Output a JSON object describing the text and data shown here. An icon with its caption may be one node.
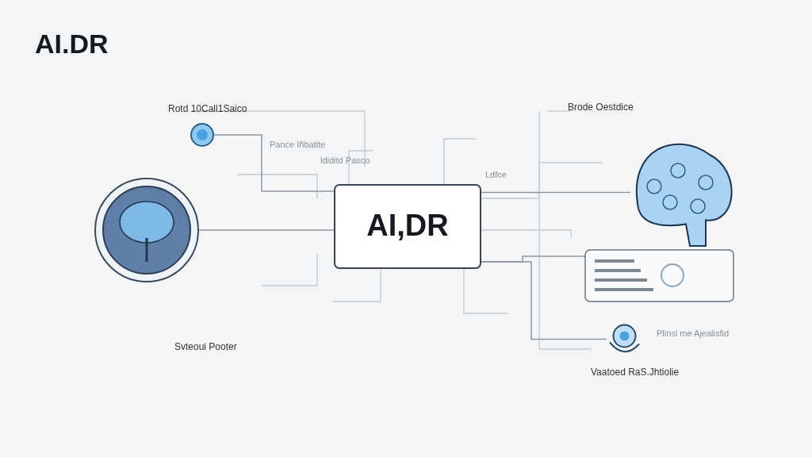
{
  "diagram": {
    "title": "AI.DR",
    "nodes": [
      {
        "text": [
          "AI,DR"
        ]
      },
      {
        "text": [],
        "shape": "picture"
      },
      {
        "text": [],
        "shape": "picture",
        "beside": [
          "Brode Oestdice"
        ]
      },
      {
        "text": [],
        "shape": "circle",
        "beside": [
          "Rotd 10Call1Saico"
        ]
      },
      {
        "text": [],
        "shape": "picture",
        "beside": [
          "Vaatoed RaS.Jhtiolie"
        ]
      },
      {
        "text": [],
        "shape": "box"
      }
    ],
    "edges": [
      {
        "from": 1,
        "to": 0,
        "arrow": "none"
      },
      {
        "from": 0,
        "to": 2,
        "arrow": "none"
      },
      {
        "from": 3,
        "to": 0,
        "arrow": "none"
      },
      {
        "from": 0,
        "to": 5,
        "arrow": "none"
      },
      {
        "from": 0,
        "to": 4,
        "arrow": "none"
      }
    ],
    "labels": [
      "Pance Iñbatite",
      "ldiditd Pasco",
      "Ldfce",
      "Svteoui Pooter",
      "Plinsi me Ajealisfid"
    ]
  }
}
